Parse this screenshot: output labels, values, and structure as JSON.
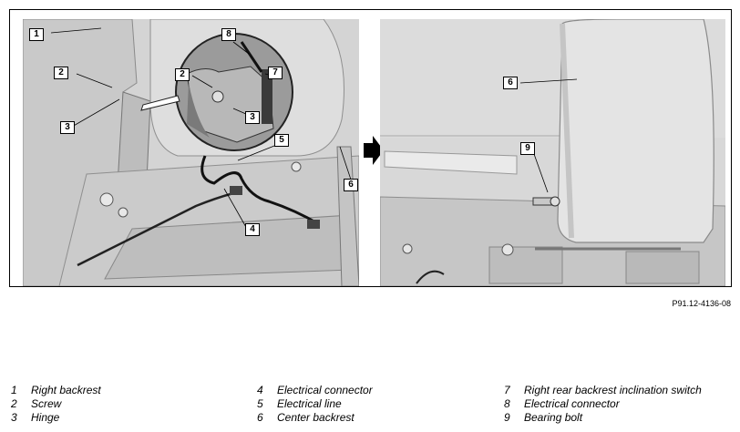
{
  "figure": {
    "code": "P91.12-4136-08",
    "callouts_left": [
      "1",
      "2",
      "3",
      "4",
      "5",
      "6",
      "7",
      "8",
      "2",
      "3"
    ],
    "callouts_right": [
      "6",
      "9"
    ]
  },
  "legend": [
    {
      "num": "1",
      "label": "Right backrest"
    },
    {
      "num": "2",
      "label": "Screw"
    },
    {
      "num": "3",
      "label": "Hinge"
    },
    {
      "num": "4",
      "label": "Electrical connector"
    },
    {
      "num": "5",
      "label": "Electrical line"
    },
    {
      "num": "6",
      "label": "Center backrest"
    },
    {
      "num": "7",
      "label": "Right rear backrest inclination switch"
    },
    {
      "num": "8",
      "label": "Electrical connector"
    },
    {
      "num": "9",
      "label": "Bearing bolt"
    }
  ]
}
